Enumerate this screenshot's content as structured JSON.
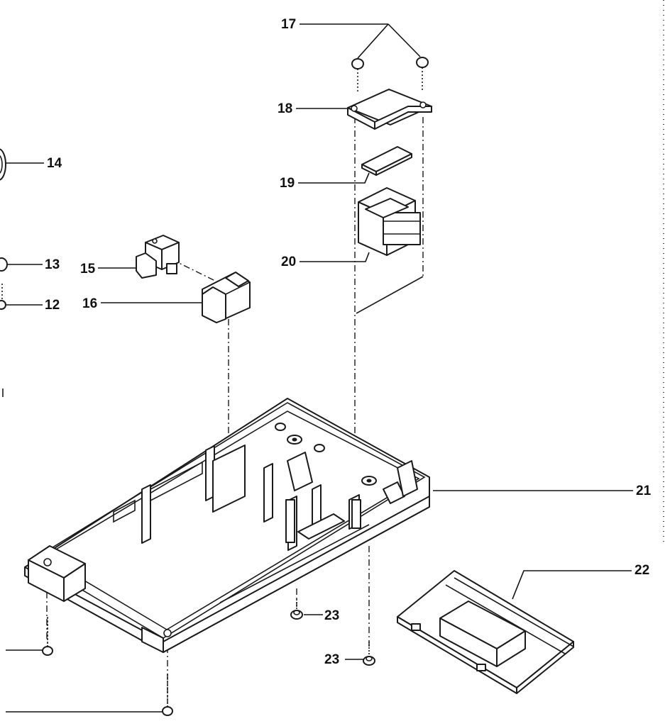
{
  "diagram": {
    "callouts": [
      {
        "id": "17",
        "text": "17"
      },
      {
        "id": "18",
        "text": "18"
      },
      {
        "id": "14",
        "text": "14"
      },
      {
        "id": "19",
        "text": "19"
      },
      {
        "id": "20",
        "text": "20"
      },
      {
        "id": "13",
        "text": "13"
      },
      {
        "id": "15",
        "text": "15"
      },
      {
        "id": "12",
        "text": "12"
      },
      {
        "id": "16",
        "text": "16"
      },
      {
        "id": "21",
        "text": "21"
      },
      {
        "id": "22",
        "text": "22"
      },
      {
        "id": "23a",
        "text": "23"
      },
      {
        "id": "23b",
        "text": "23"
      }
    ]
  }
}
